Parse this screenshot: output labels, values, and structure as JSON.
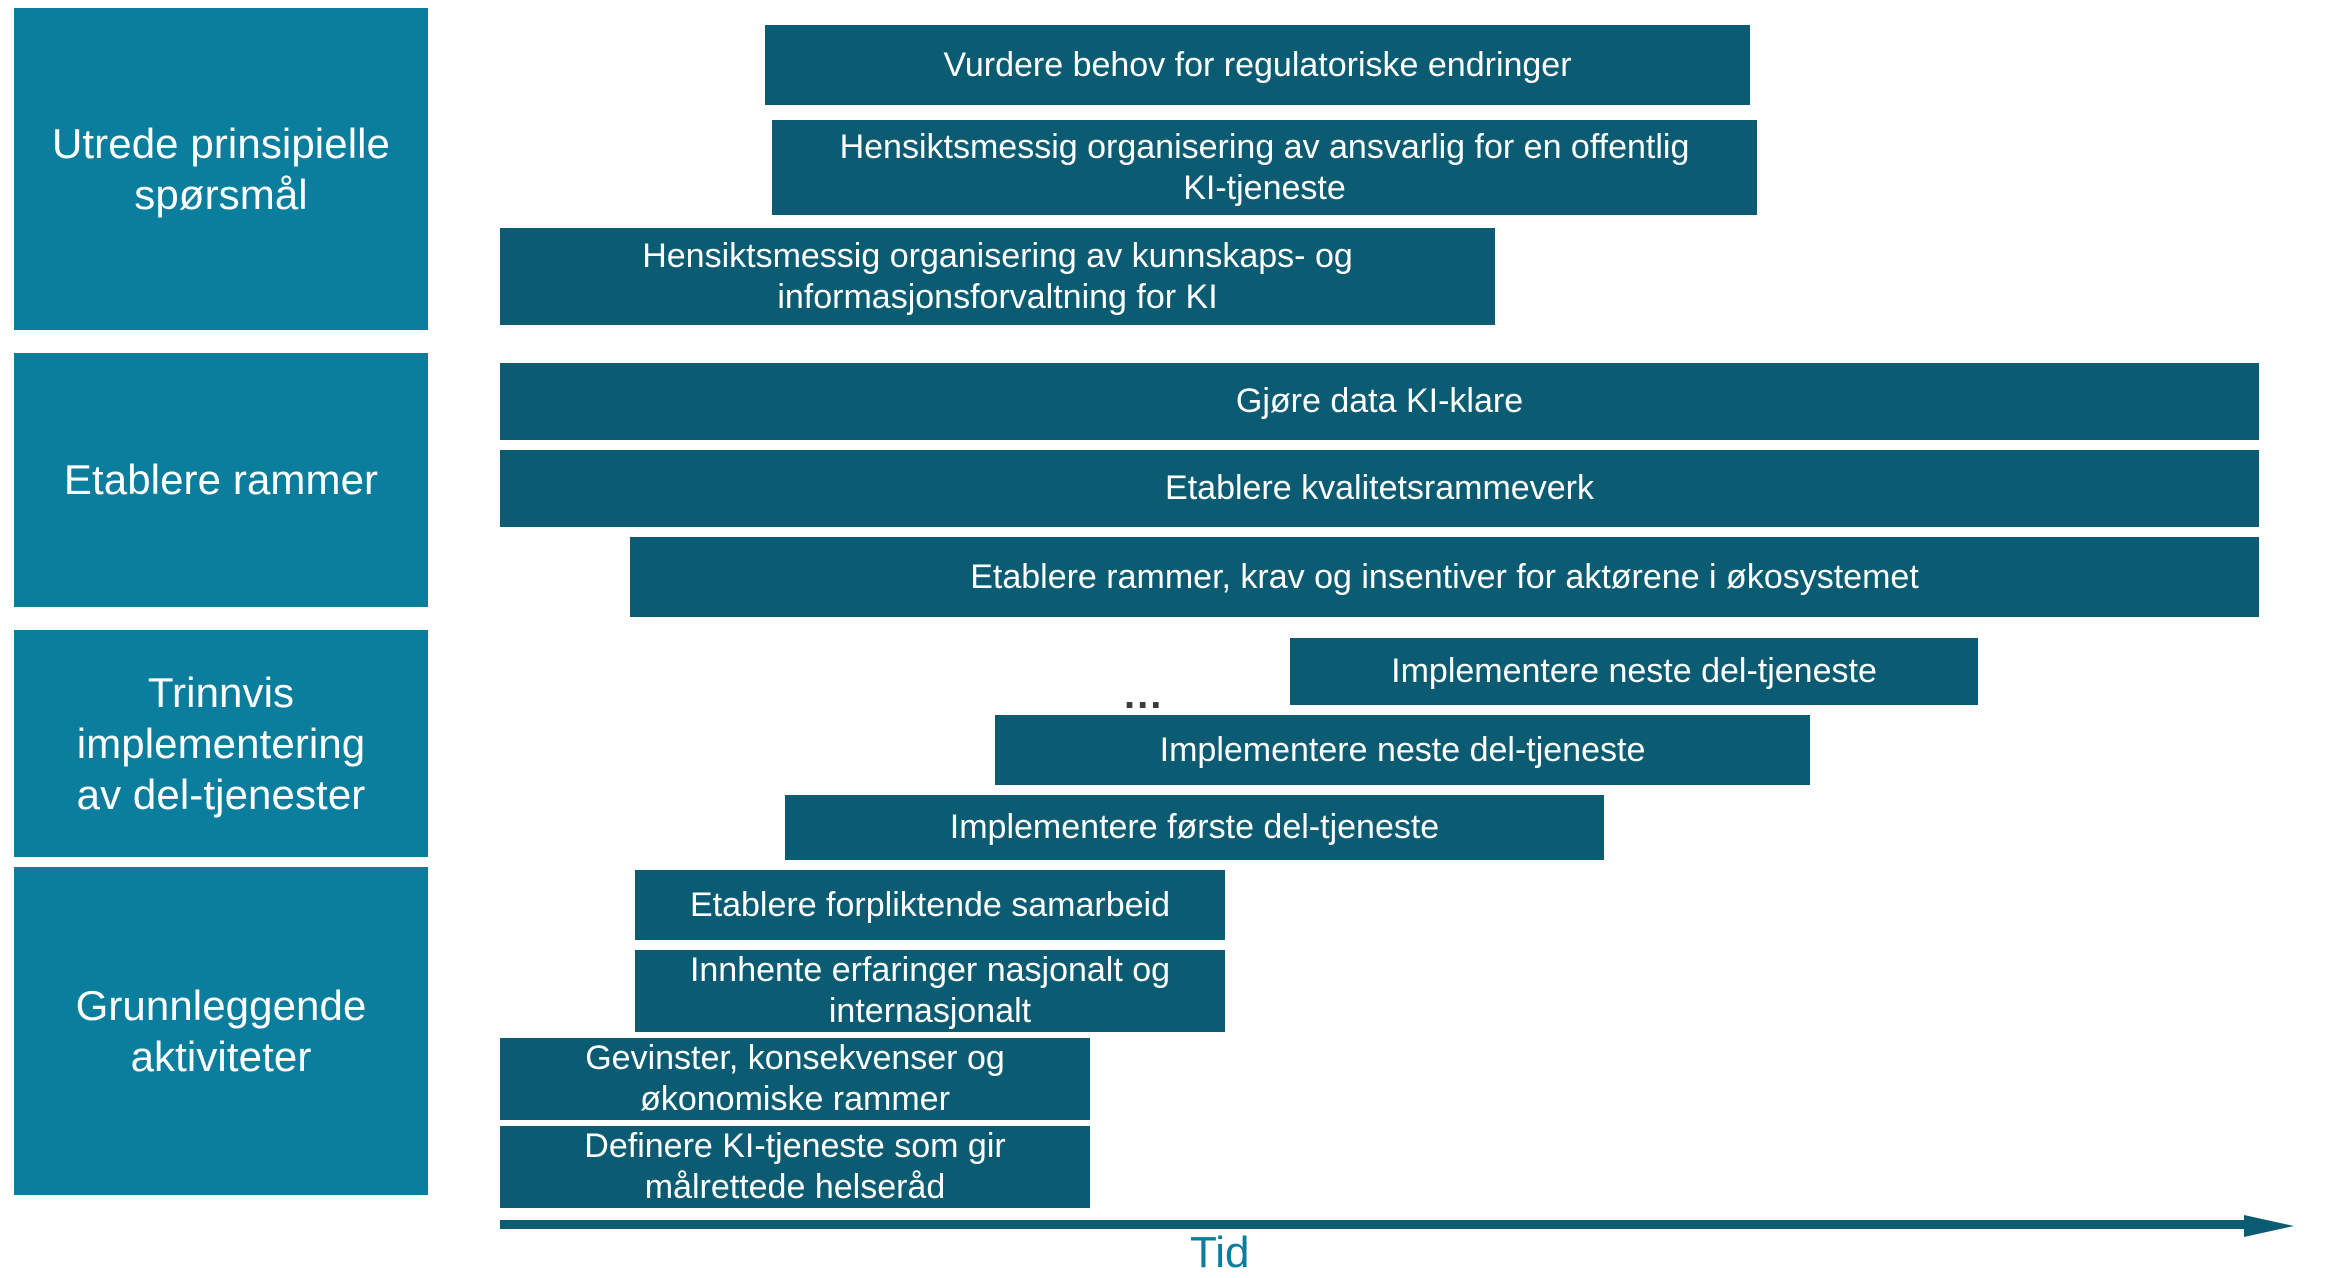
{
  "diagram": {
    "colors": {
      "category_block": "#0B7E9E",
      "activity_bar": "#0B5C73",
      "axis": "#0B5C73",
      "axis_label": "#0B7E9E",
      "background": "#FFFFFF",
      "text_on_block": "#FFFFFF",
      "ellipsis": "#3A3A3A"
    },
    "axis": {
      "label": "Tid",
      "direction_icon": "arrow-right-icon"
    },
    "continuation_marker": "...",
    "categories": [
      {
        "id": "utrede-prinsipielle-sporsmal",
        "label": "Utrede prinsipielle\nspørsmål",
        "bars": [
          {
            "label": "Vurdere behov for regulatoriske endringer"
          },
          {
            "label": "Hensiktsmessig organisering av ansvarlig for en offentlig\nKI-tjeneste"
          },
          {
            "label": "Hensiktsmessig organisering av kunnskaps- og\ninformasjonsforvaltning for KI"
          }
        ]
      },
      {
        "id": "etablere-rammer",
        "label": "Etablere rammer",
        "bars": [
          {
            "label": "Gjøre data KI-klare"
          },
          {
            "label": "Etablere kvalitetsrammeverk"
          },
          {
            "label": "Etablere rammer, krav og insentiver for aktørene i økosystemet"
          }
        ]
      },
      {
        "id": "trinnvis-implementering-av-del-tjenester",
        "label": "Trinnvis\nimplementering\nav del-tjenester",
        "bars": [
          {
            "label": "Implementere neste del-tjeneste"
          },
          {
            "label": "Implementere neste del-tjeneste"
          },
          {
            "label": "Implementere første del-tjeneste"
          }
        ]
      },
      {
        "id": "grunnleggende-aktiviteter",
        "label": "Grunnleggende\naktiviteter",
        "bars": [
          {
            "label": "Etablere forpliktende samarbeid"
          },
          {
            "label": "Innhente erfaringer nasjonalt og\ninternasjonalt"
          },
          {
            "label": "Gevinster, konsekvenser og\nøkonomiske rammer"
          },
          {
            "label": "Definere KI-tjeneste som gir\nmålrettede helseråd"
          }
        ]
      }
    ]
  },
  "chart_data": {
    "type": "bar",
    "title": "",
    "xlabel": "Tid",
    "ylabel": "",
    "note": "Horizontal roadmap / Gantt-style swimlane diagram. Positions are relative time spans along an unlabeled time axis (0-100 scale of the plotting area).",
    "swimlanes": [
      {
        "name": "Utrede prinsipielle spørsmål",
        "tasks": [
          {
            "name": "Vurdere behov for regulatoriske endringer",
            "start": 15.1,
            "end": 71.3
          },
          {
            "name": "Hensiktsmessig organisering av ansvarlig for en offentlig KI-tjeneste",
            "start": 15.5,
            "end": 71.7
          },
          {
            "name": "Hensiktsmessig organisering av kunnskaps- og informasjonsforvaltning for KI",
            "start": 0.0,
            "end": 56.7
          }
        ]
      },
      {
        "name": "Etablere rammer",
        "tasks": [
          {
            "name": "Gjøre data KI-klare",
            "start": 0.0,
            "end": 100.0
          },
          {
            "name": "Etablere kvalitetsrammeverk",
            "start": 0.0,
            "end": 100.0
          },
          {
            "name": "Etablere rammer, krav og insentiver for aktørene i økosystemet",
            "start": 7.4,
            "end": 100.0
          }
        ]
      },
      {
        "name": "Trinnvis implementering av del-tjenester",
        "tasks": [
          {
            "name": "Implementere neste del-tjeneste",
            "start": 45.0,
            "end": 84.2
          },
          {
            "name": "Implementere neste del-tjeneste",
            "start": 28.2,
            "end": 74.6
          },
          {
            "name": "Implementere første del-tjeneste",
            "start": 16.2,
            "end": 62.9
          }
        ]
      },
      {
        "name": "Grunnleggende aktiviteter",
        "tasks": [
          {
            "name": "Etablere forpliktende samarbeid",
            "start": 7.7,
            "end": 41.3
          },
          {
            "name": "Innhente erfaringer nasjonalt og internasjonalt",
            "start": 7.7,
            "end": 41.3
          },
          {
            "name": "Gevinster, konsekvenser og økonomiske rammer",
            "start": 0.0,
            "end": 33.6
          },
          {
            "name": "Definere KI-tjeneste som gir målrettede helseråd",
            "start": 0.0,
            "end": 33.6
          }
        ]
      }
    ]
  }
}
